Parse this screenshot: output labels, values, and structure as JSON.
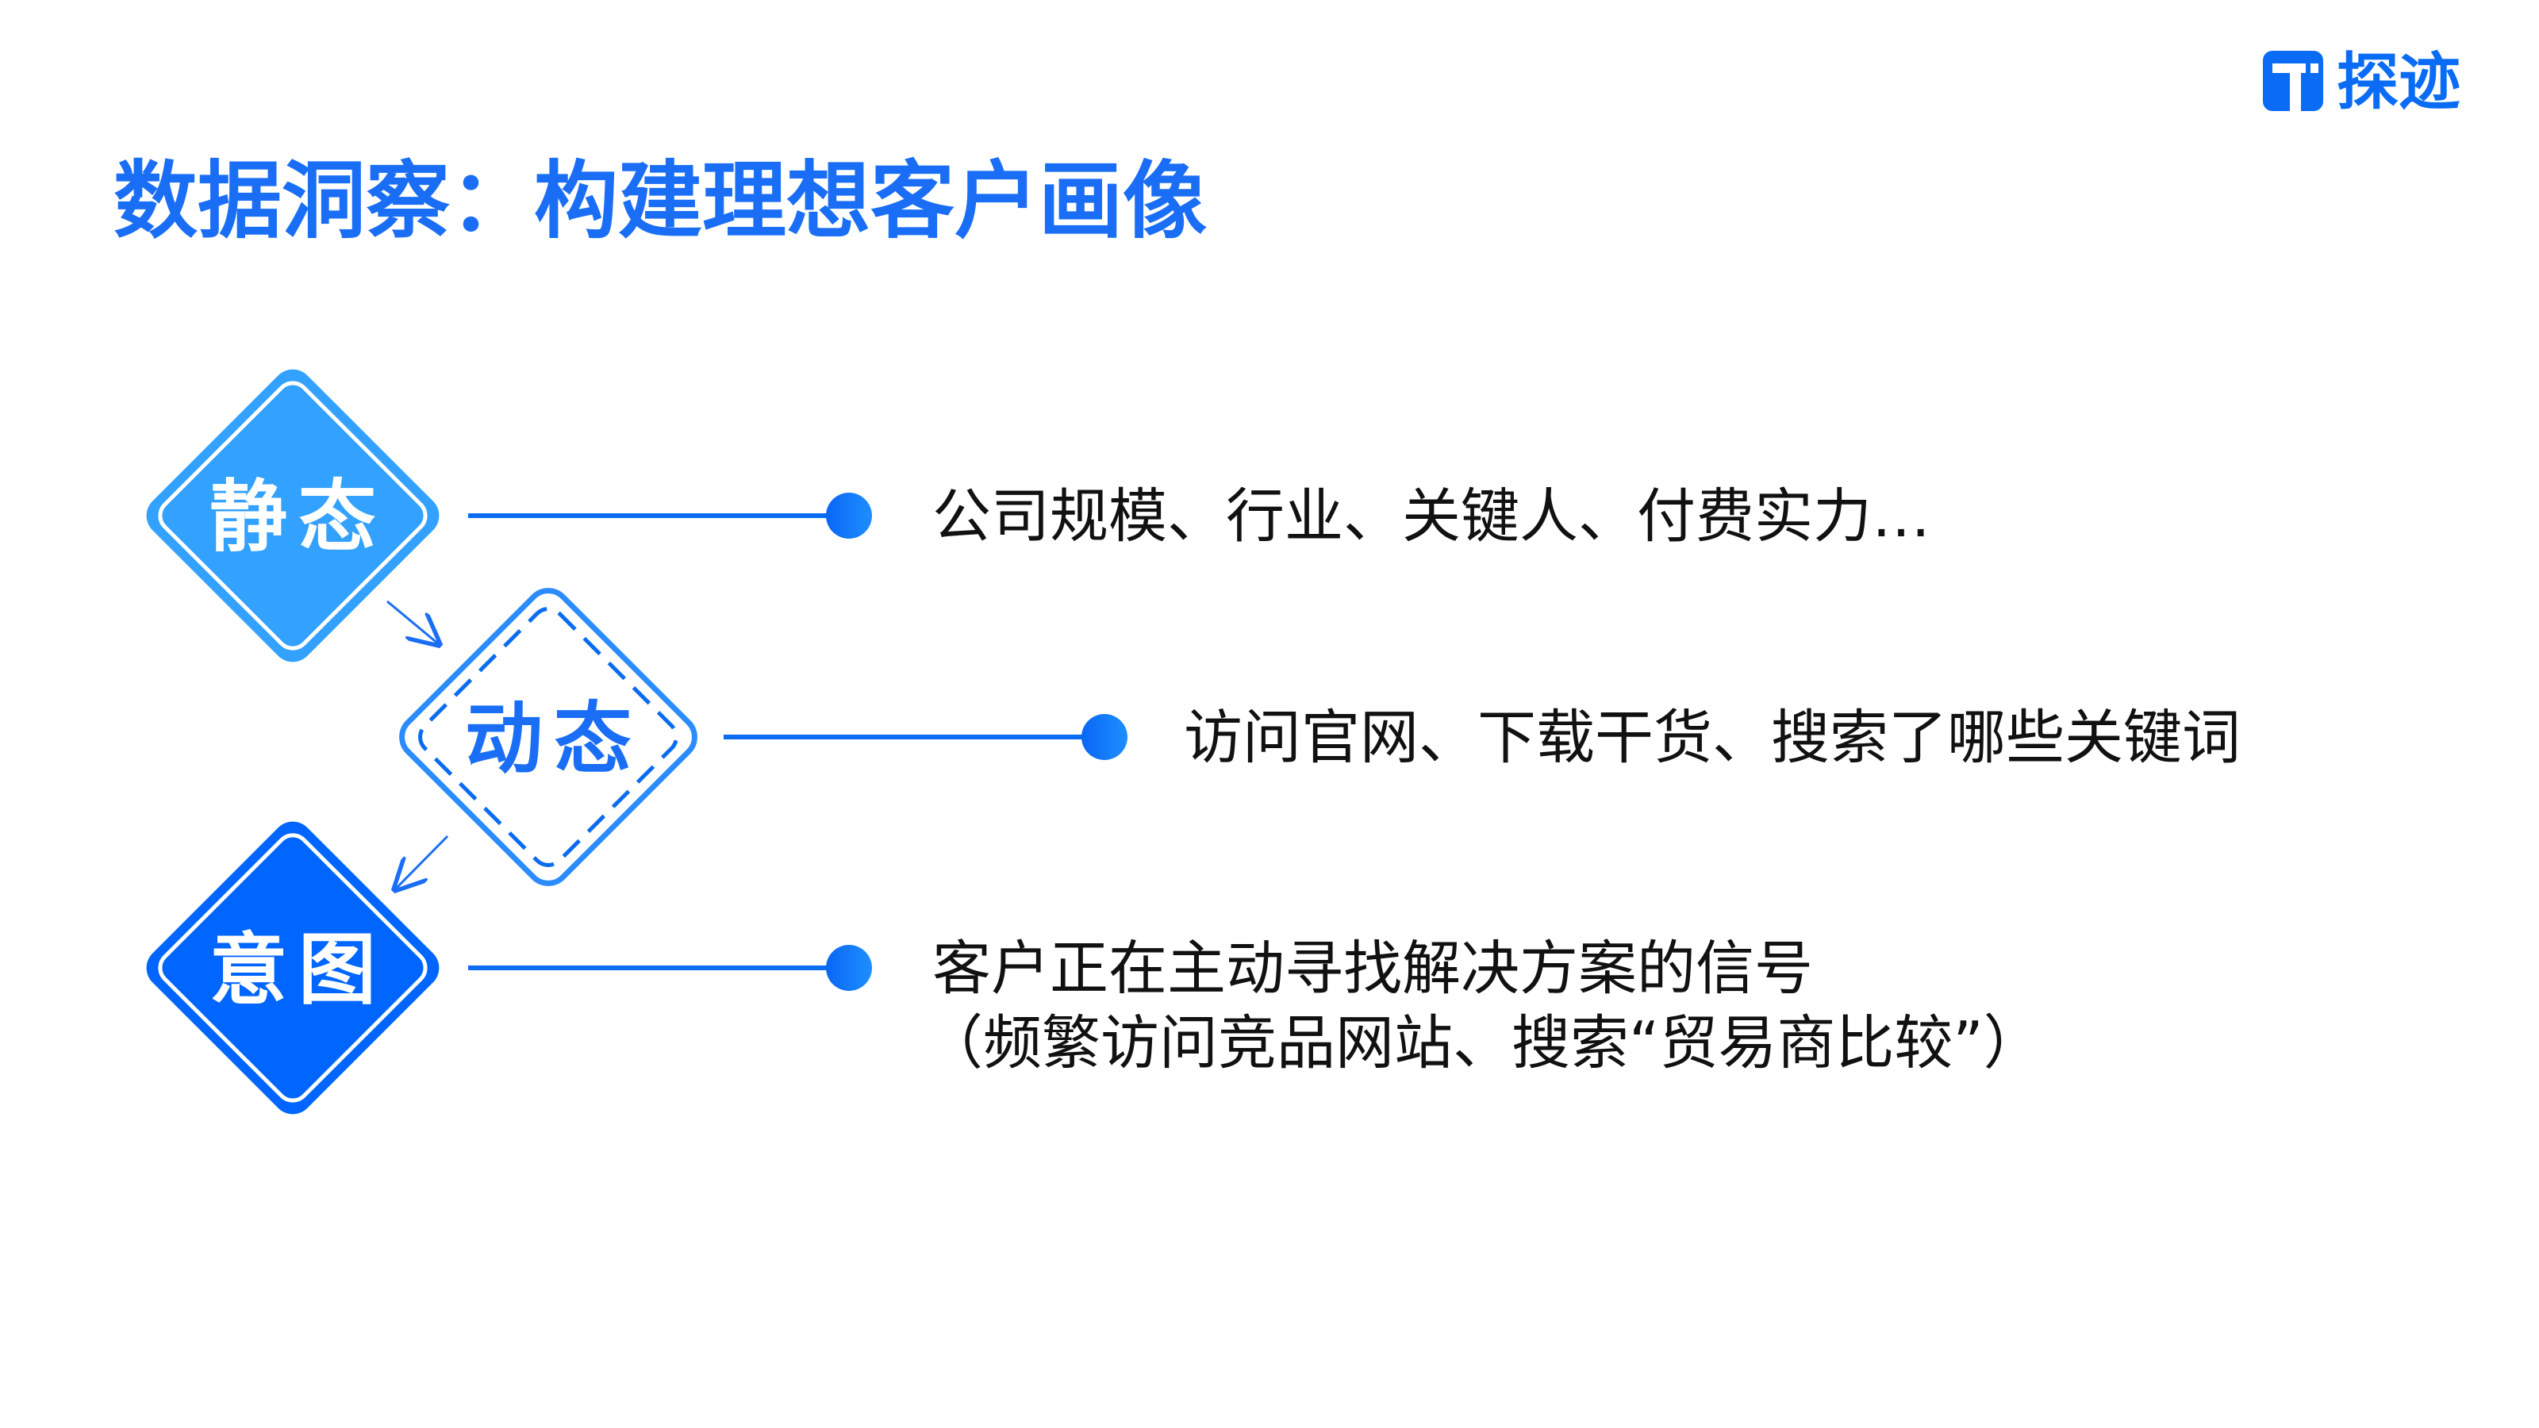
{
  "brand": {
    "logo_text": "探迹",
    "color": "#0a6cf5"
  },
  "title": "数据洞察：构建理想客户画像",
  "colors": {
    "static": "#33a1ff",
    "dynamic": "#0a6cf0",
    "intent": "#0066ff",
    "line": "#0a6cf0"
  },
  "stages": [
    {
      "label": "静态",
      "description": [
        "公司规模、行业、关键人、付费实力…"
      ]
    },
    {
      "label": "动态",
      "description": [
        "访问官网、下载干货、搜索了哪些关键词"
      ]
    },
    {
      "label": "意图",
      "description": [
        "客户正在主动寻找解决方案的信号",
        "（频繁访问竞品网站、搜索“贸易商比较”）"
      ]
    }
  ]
}
